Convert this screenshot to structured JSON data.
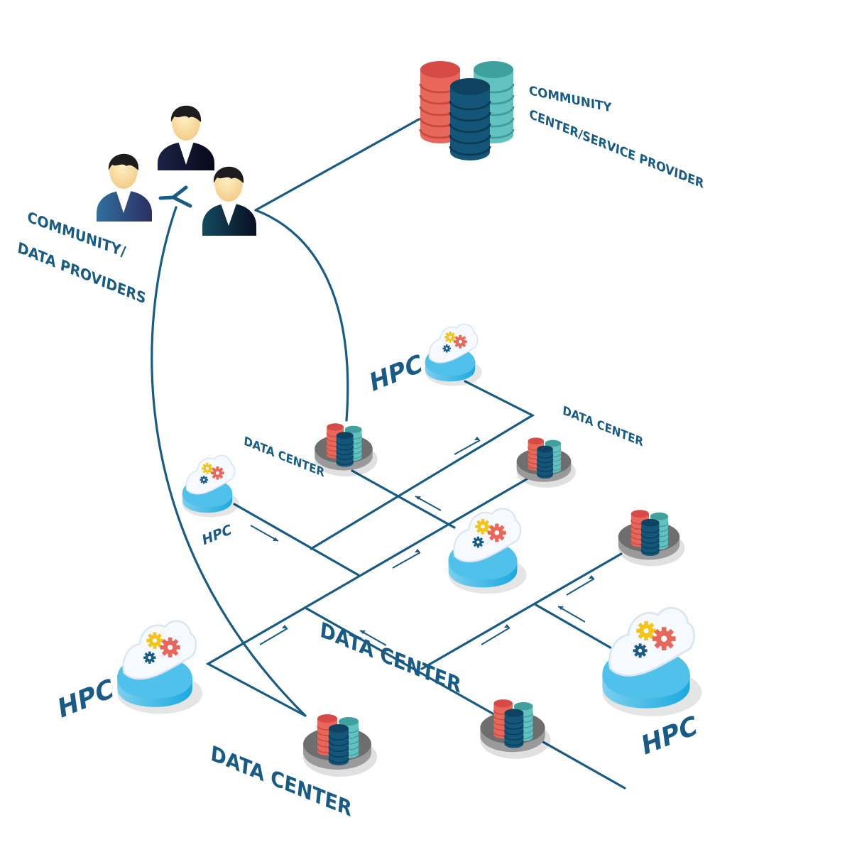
{
  "diagram": {
    "type": "isometric-network-diagram",
    "colors": {
      "line": "#175b86",
      "label": "#175b86",
      "db_red": "#e8675a",
      "db_red_top": "#d84a45",
      "db_navy": "#135679",
      "db_navy_top": "#0e4260",
      "db_teal": "#62c2c0",
      "db_teal_top": "#3fa09e",
      "platform_top": "#6e6e6e",
      "platform_side": "#9a9a9a",
      "cloud_base": "#4fc1ea",
      "gear_yellow": "#f6c31b",
      "gear_red": "#e8675a",
      "gear_navy": "#175b86"
    },
    "labels": {
      "community_center_line1": "COMMUNITY",
      "community_center_line2": "CENTER/SERVICE PROVIDER",
      "community_providers_line1": "COMMUNITY/",
      "community_providers_line2": "DATA PROVIDERS",
      "hpc": "HPC",
      "data_center": "DATA CENTER"
    },
    "nodes": [
      {
        "id": "community-center",
        "kind": "database-stack",
        "label": "COMMUNITY CENTER/SERVICE PROVIDER"
      },
      {
        "id": "community-providers",
        "kind": "user-group",
        "label": "COMMUNITY/ DATA PROVIDERS",
        "members": 3
      },
      {
        "id": "hpc-top",
        "kind": "hpc-cloud",
        "label": "HPC"
      },
      {
        "id": "dc-center-left",
        "kind": "data-center",
        "label": "DATA CENTER"
      },
      {
        "id": "dc-right-top",
        "kind": "data-center",
        "label": "DATA CENTER"
      },
      {
        "id": "hpc-left-mid",
        "kind": "hpc-cloud",
        "label": "HPC"
      },
      {
        "id": "hpc-center",
        "kind": "hpc-cloud",
        "label": ""
      },
      {
        "id": "dc-right-mid",
        "kind": "data-center",
        "label": ""
      },
      {
        "id": "hpc-bottom-left",
        "kind": "hpc-cloud",
        "label": "HPC"
      },
      {
        "id": "dc-bottom-center",
        "kind": "data-center",
        "label": "DATA CENTER"
      },
      {
        "id": "dc-bottom-right",
        "kind": "data-center",
        "label": "DATA CENTER"
      },
      {
        "id": "hpc-bottom-right",
        "kind": "hpc-cloud",
        "label": "HPC"
      }
    ]
  }
}
